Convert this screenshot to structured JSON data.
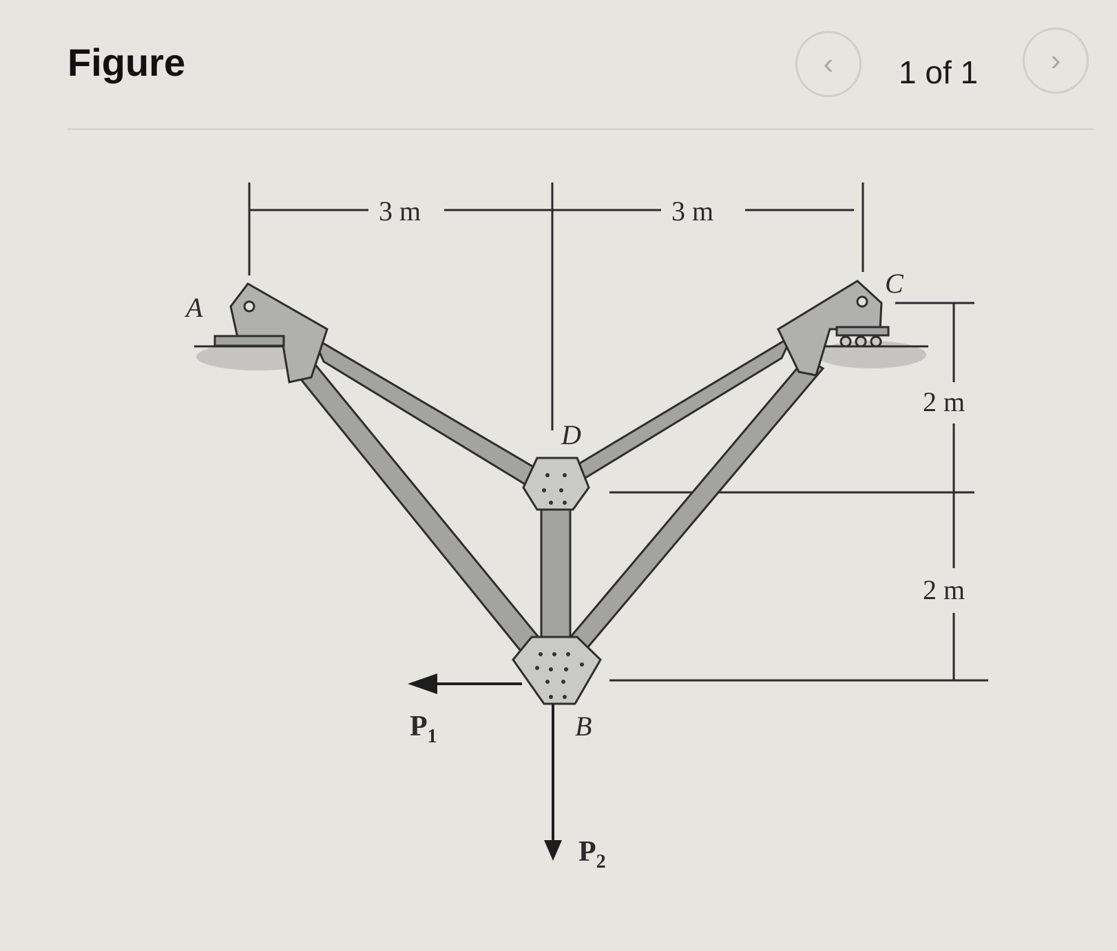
{
  "header": {
    "title": "Figure",
    "pager": "1 of 1",
    "prev_icon": "chevron-left-icon",
    "next_icon": "chevron-right-icon"
  },
  "figure": {
    "points": {
      "A": "A",
      "B": "B",
      "C": "C",
      "D": "D"
    },
    "dimensions": {
      "top_left": "3 m",
      "top_right": "3 m",
      "right_upper": "2 m",
      "right_lower": "2 m"
    },
    "loads": {
      "P1": "P",
      "P1_sub": "1",
      "P2": "P",
      "P2_sub": "2"
    },
    "colors": {
      "member_fill": "#a3a3a1",
      "member_stroke": "#2e2e2e",
      "gusset_fill": "#c9c9c6",
      "background": "#e6e5e0"
    }
  }
}
